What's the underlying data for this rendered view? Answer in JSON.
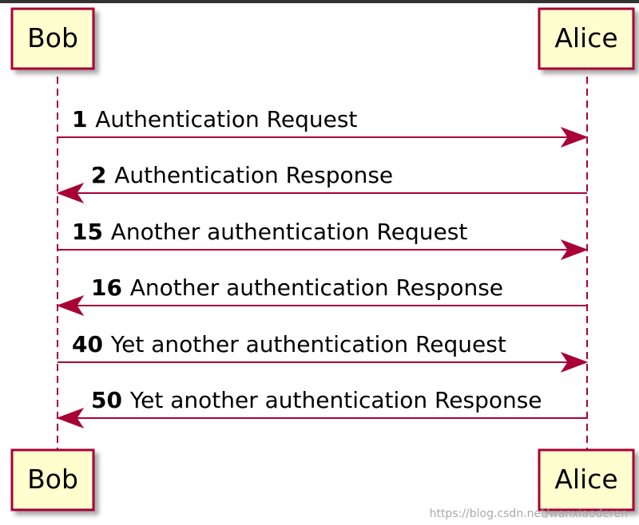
{
  "participants": [
    {
      "name": "Bob"
    },
    {
      "name": "Alice"
    }
  ],
  "messages": [
    {
      "number": "1",
      "text": "Authentication Request",
      "from": "Bob",
      "to": "Alice"
    },
    {
      "number": "2",
      "text": "Authentication Response",
      "from": "Alice",
      "to": "Bob"
    },
    {
      "number": "15",
      "text": "Another authentication Request",
      "from": "Bob",
      "to": "Alice"
    },
    {
      "number": "16",
      "text": "Another authentication Response",
      "from": "Alice",
      "to": "Bob"
    },
    {
      "number": "40",
      "text": "Yet another authentication Request",
      "from": "Bob",
      "to": "Alice"
    },
    {
      "number": "50",
      "text": "Yet another authentication Response",
      "from": "Alice",
      "to": "Bob"
    }
  ],
  "colors": {
    "border": "#A80036",
    "participant_fill": "#FEFECE"
  },
  "watermark": "https://blog.csdn.net/wanxiaoderen"
}
